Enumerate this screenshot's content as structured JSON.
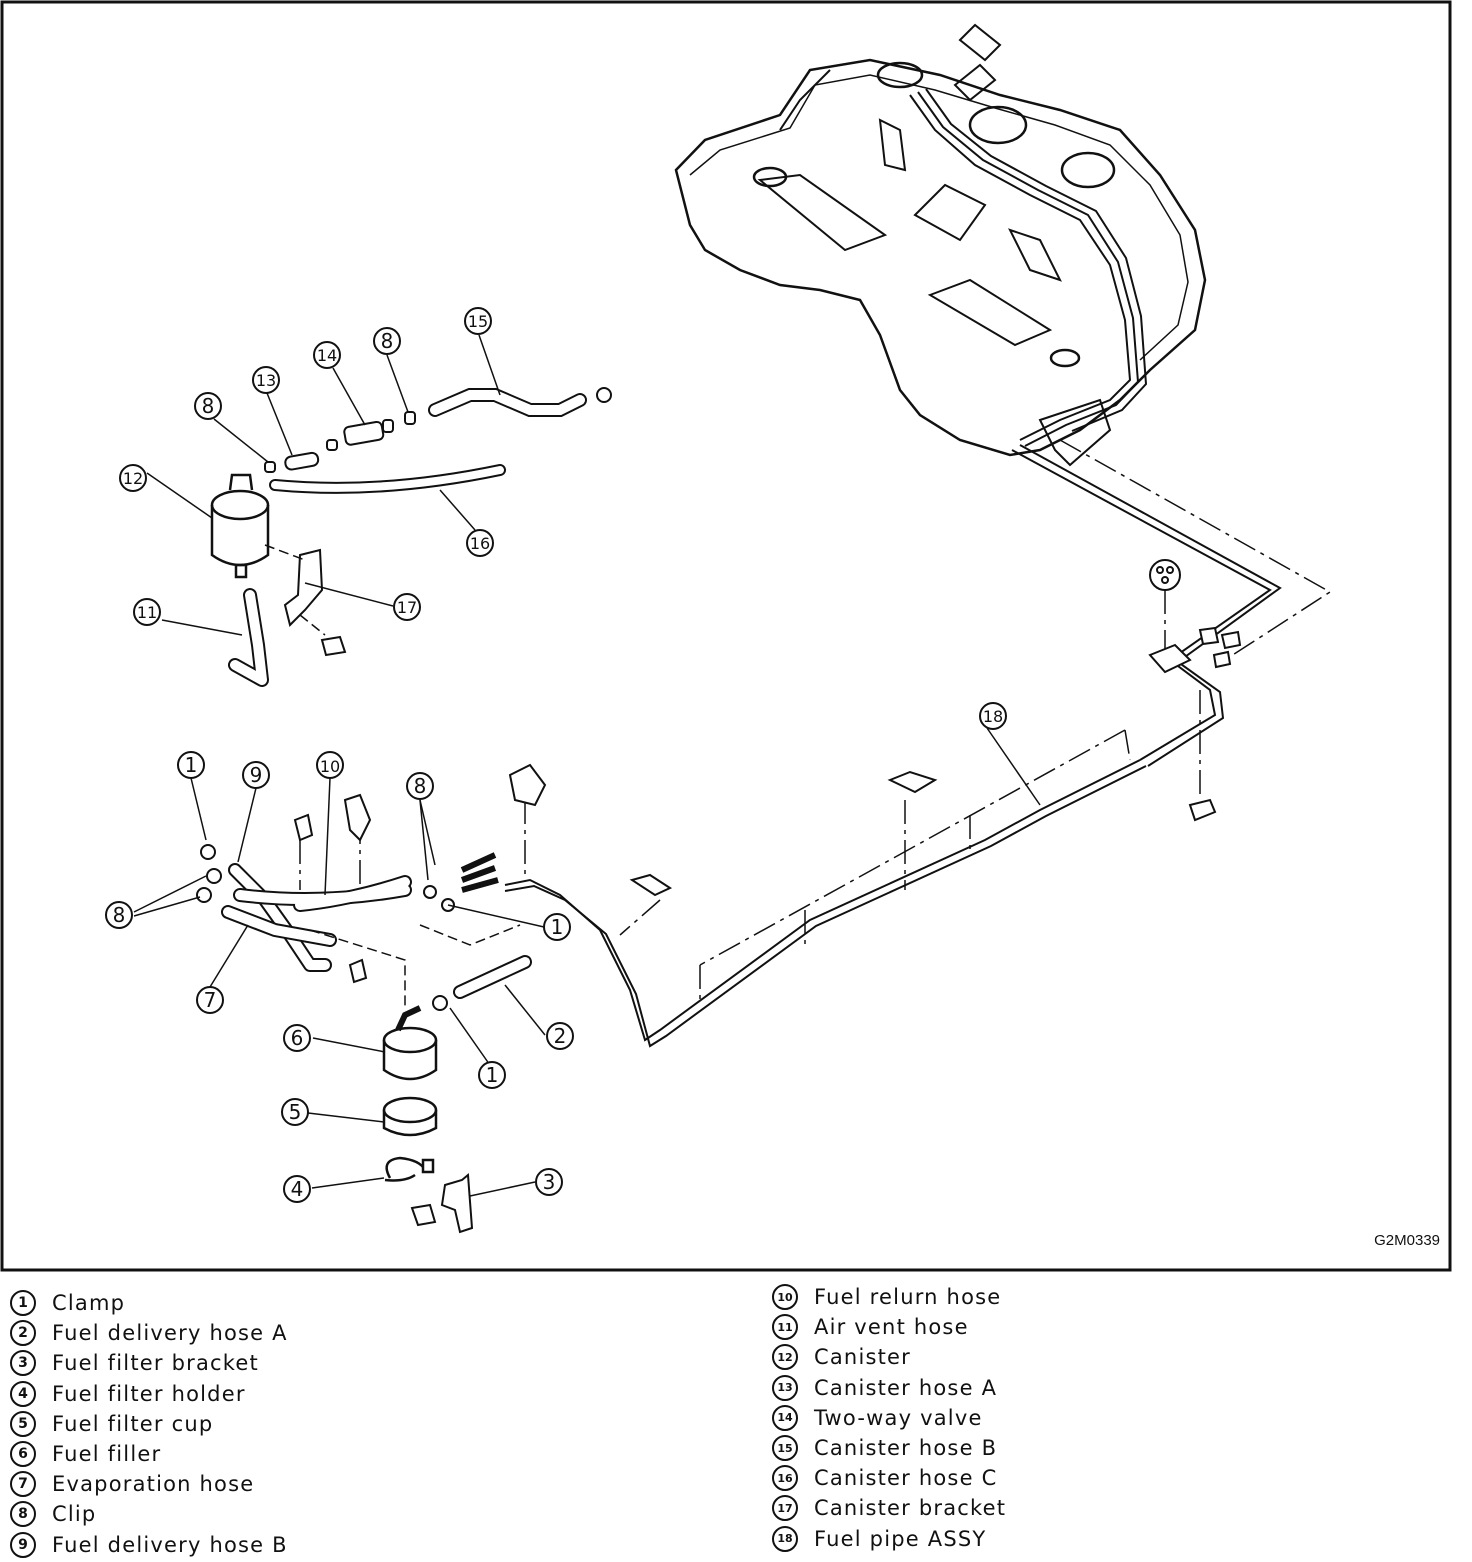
{
  "figure_code": "G2M0339",
  "legend": {
    "left": [
      {
        "num": "1",
        "label": "Clamp"
      },
      {
        "num": "2",
        "label": "Fuel delivery hose A"
      },
      {
        "num": "3",
        "label": "Fuel filter bracket"
      },
      {
        "num": "4",
        "label": "Fuel filter holder"
      },
      {
        "num": "5",
        "label": "Fuel filter cup"
      },
      {
        "num": "6",
        "label": "Fuel filler"
      },
      {
        "num": "7",
        "label": "Evaporation hose"
      },
      {
        "num": "8",
        "label": "Clip"
      },
      {
        "num": "9",
        "label": "Fuel delivery hose B"
      }
    ],
    "right": [
      {
        "num": "10",
        "label": "Fuel relurn hose"
      },
      {
        "num": "11",
        "label": "Air vent hose"
      },
      {
        "num": "12",
        "label": "Canister"
      },
      {
        "num": "13",
        "label": "Canister hose A"
      },
      {
        "num": "14",
        "label": "Two-way valve"
      },
      {
        "num": "15",
        "label": "Canister hose B"
      },
      {
        "num": "16",
        "label": "Canister hose C"
      },
      {
        "num": "17",
        "label": "Canister bracket"
      },
      {
        "num": "18",
        "label": "Fuel pipe ASSY"
      }
    ]
  },
  "callouts": {
    "c1a": "1",
    "c1b": "1",
    "c1c": "1",
    "c2": "2",
    "c3": "3",
    "c4": "4",
    "c5": "5",
    "c6": "6",
    "c7": "7",
    "c8a": "8",
    "c8b": "8",
    "c8c": "8",
    "c8d": "8",
    "c9": "9",
    "c10": "10",
    "c11": "11",
    "c12": "12",
    "c13": "13",
    "c14": "14",
    "c15": "15",
    "c16": "16",
    "c17": "17",
    "c18": "18"
  }
}
